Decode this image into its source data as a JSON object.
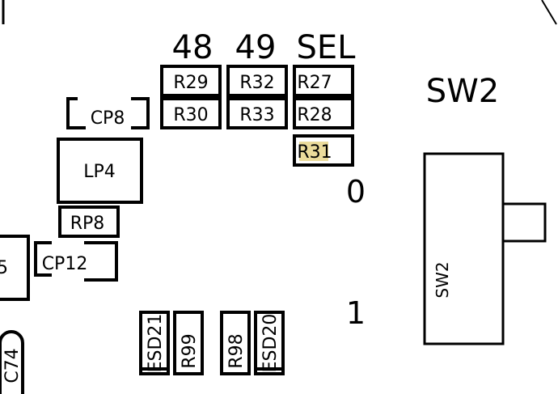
{
  "header": {
    "col_48": "48",
    "col_49": "49",
    "col_sel": "SEL"
  },
  "switch": {
    "title": "SW2",
    "body_label": "SW2",
    "pos_0": "0",
    "pos_1": "1"
  },
  "components": {
    "r29": "R29",
    "r32": "R32",
    "r27": "R27",
    "r30": "R30",
    "r33": "R33",
    "r28": "R28",
    "r31": "R31",
    "cp8": "CP8",
    "lp4": "LP4",
    "rp8": "RP8",
    "cp12": "CP12",
    "esd21": "ESD21",
    "r99": "R99",
    "r98": "R98",
    "esd20": "ESD20",
    "c74": "C74",
    "edge_partial": "5"
  },
  "colors": {
    "highlight": "#e8d58a"
  }
}
